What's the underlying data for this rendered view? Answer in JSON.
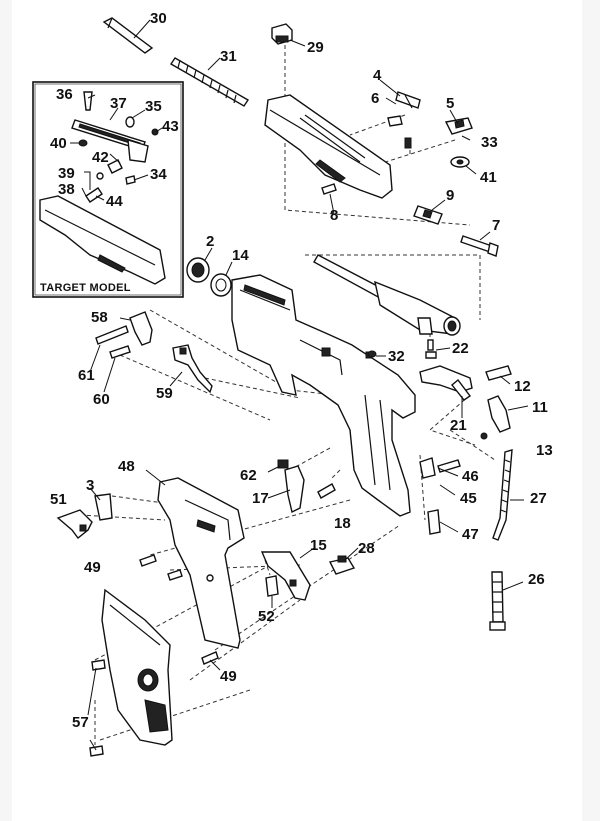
{
  "diagram": {
    "inset_label": "TARGET MODEL",
    "callouts": [
      "30",
      "29",
      "31",
      "4",
      "6",
      "5",
      "33",
      "41",
      "36",
      "37",
      "35",
      "43",
      "40",
      "42",
      "39",
      "38",
      "34",
      "44",
      "8",
      "9",
      "7",
      "2",
      "14",
      "58",
      "61",
      "60",
      "59",
      "32",
      "22",
      "12",
      "21",
      "11",
      "13",
      "62",
      "17",
      "48",
      "3",
      "51",
      "49",
      "18",
      "15",
      "28",
      "46",
      "45",
      "47",
      "27",
      "26",
      "52",
      "57"
    ]
  }
}
